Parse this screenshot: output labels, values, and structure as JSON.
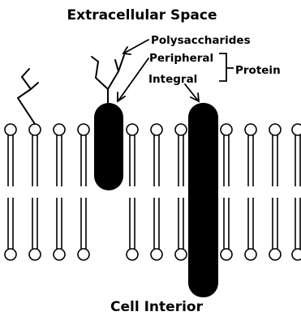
{
  "diagram": {
    "title_top": "Extracellular Space",
    "title_bottom": "Cell Interior",
    "labels": {
      "polysaccharides": "Polysaccharides",
      "peripheral": "Peripheral",
      "integral": "Integral",
      "protein": "Protein"
    },
    "colors": {
      "ink": "#000000",
      "protein_fill": "#000000",
      "background": "#ffffff"
    }
  }
}
